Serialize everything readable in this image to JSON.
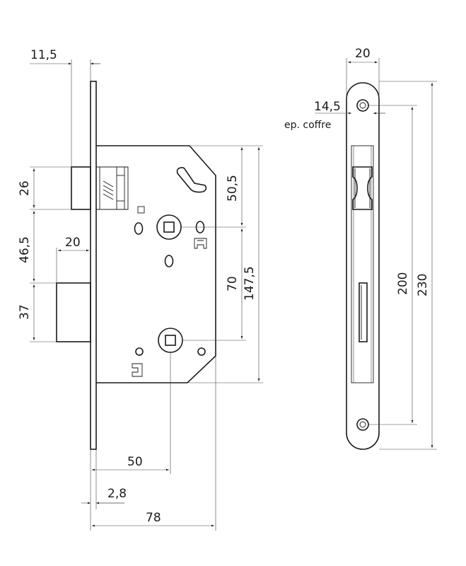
{
  "dimensions": {
    "d_11_5": "11,5",
    "d_26": "26",
    "d_46_5": "46,5",
    "d_20_bolt": "20",
    "d_37": "37",
    "d_50_5": "50,5",
    "d_70": "70",
    "d_147_5": "147,5",
    "d_50": "50",
    "d_2_8": "2,8",
    "d_78": "78",
    "d_20_plate": "20",
    "d_14_5": "14,5",
    "d_200": "200",
    "d_230": "230"
  },
  "notes": {
    "ep_coffre": "ep. coffre"
  }
}
